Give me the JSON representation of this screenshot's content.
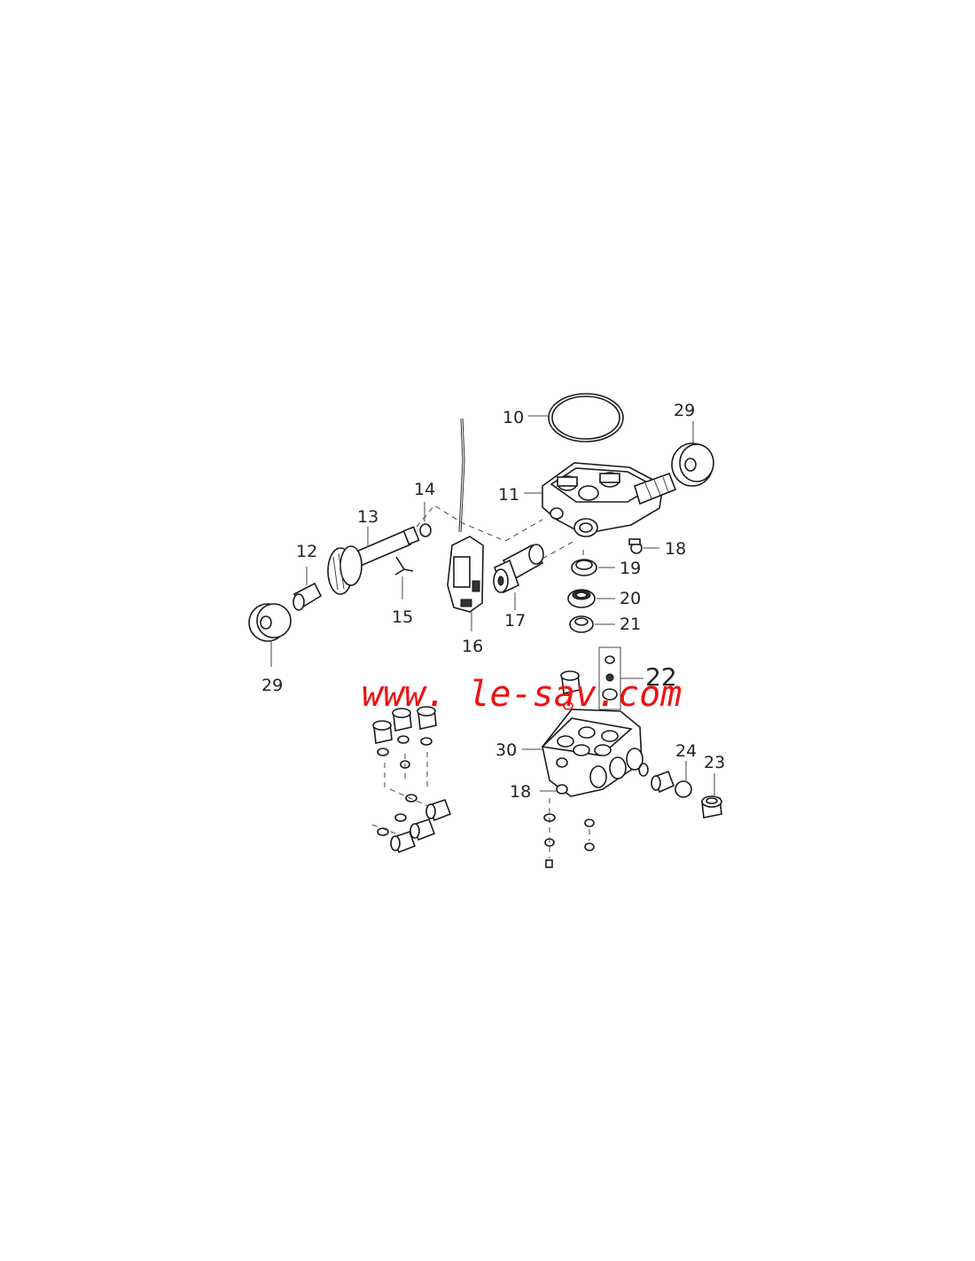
{
  "watermark": "www. le-sav.com",
  "colors": {
    "watermark": "#ee1111",
    "line": "#1a1a1a",
    "background": "#ffffff"
  },
  "labels": {
    "p10": "10",
    "p29a": "29",
    "p11": "11",
    "p14": "14",
    "p13": "13",
    "p12": "12",
    "p18a": "18",
    "p19": "19",
    "p20": "20",
    "p15": "15",
    "p17": "17",
    "p21": "21",
    "p16": "16",
    "p29b": "29",
    "p22": "22",
    "p30": "30",
    "p24": "24",
    "p23": "23",
    "p18b": "18"
  }
}
